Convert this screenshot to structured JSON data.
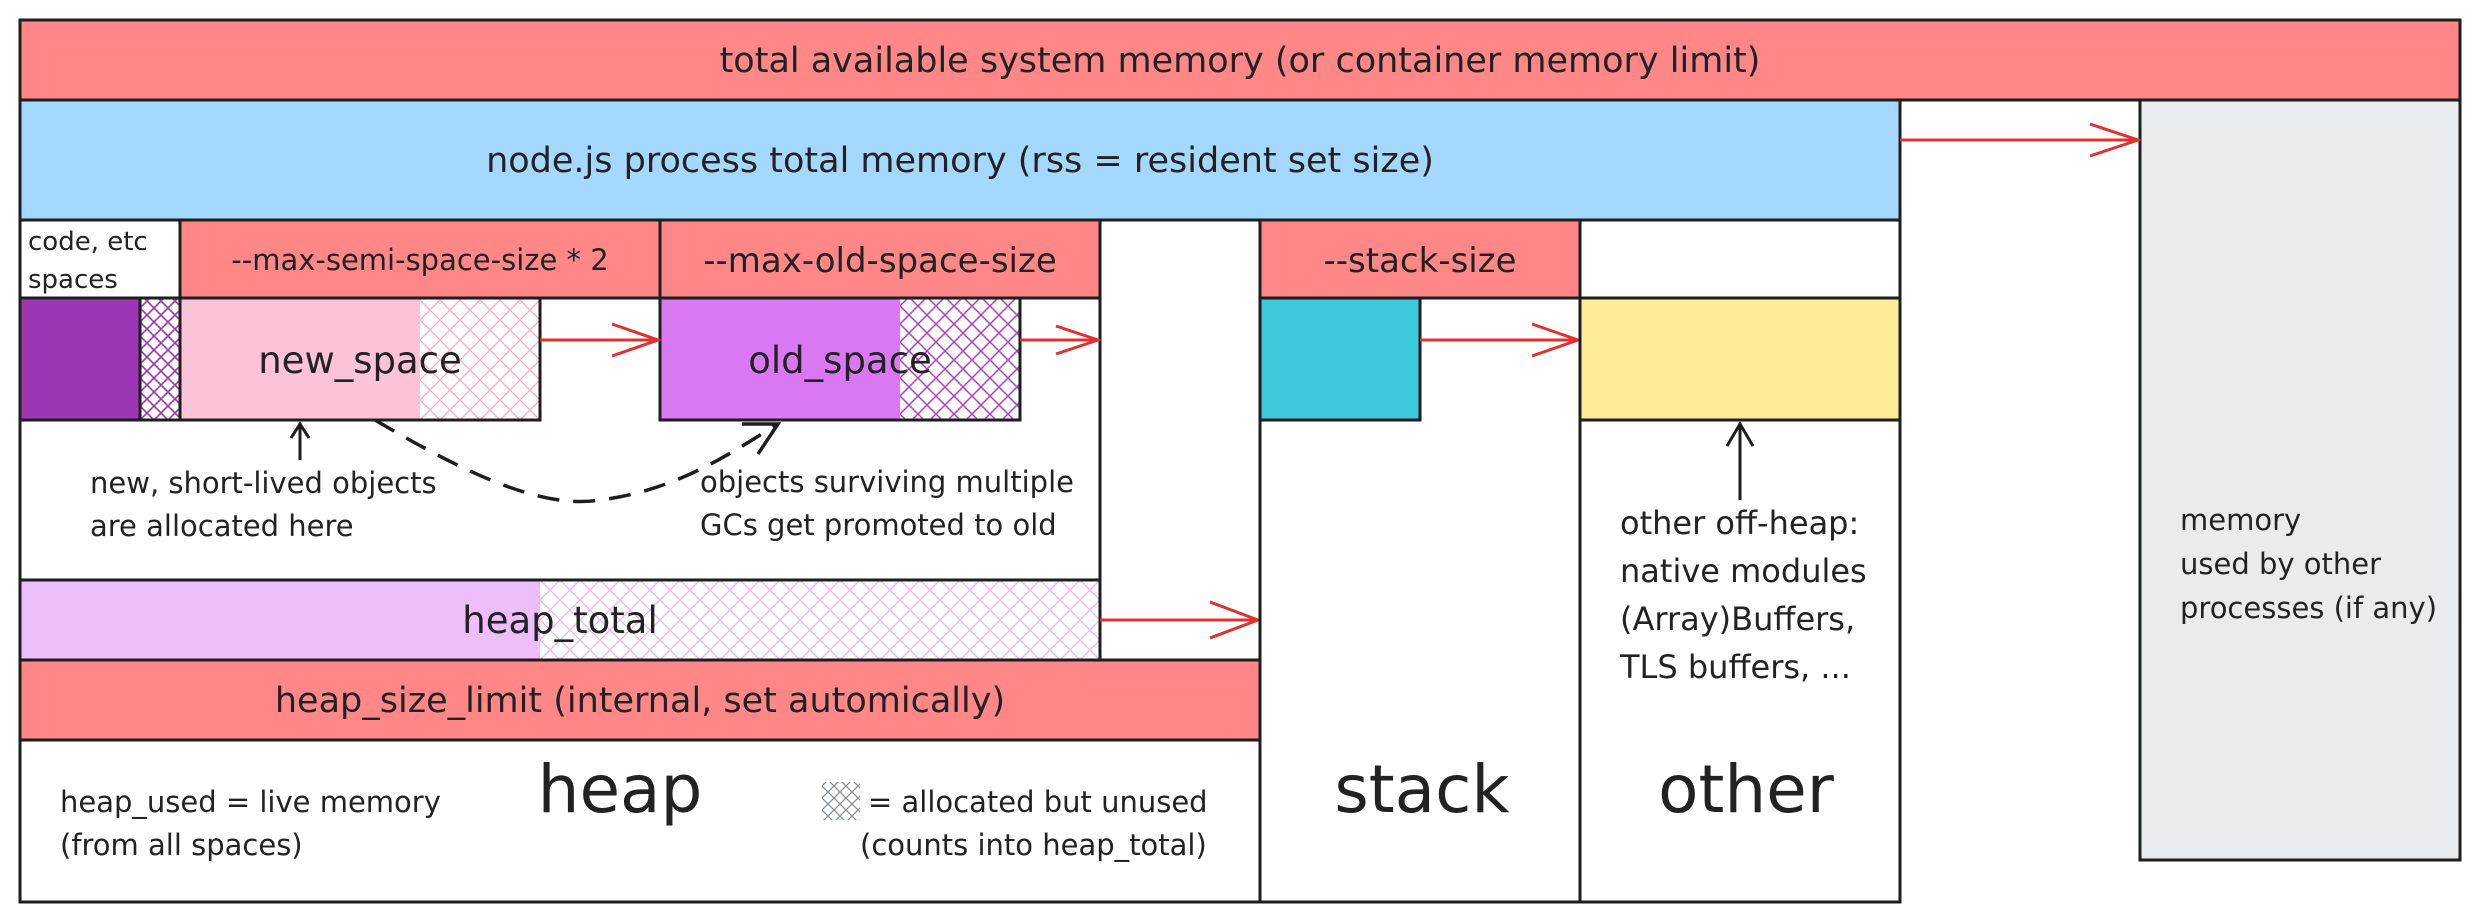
{
  "colors": {
    "red_header": "#ff8787",
    "blue_process": "#a5d8ff",
    "gray_other": "#e9ecef",
    "purple_code": "#9c36b5",
    "pink_new": "#fcc2d7",
    "violet_old": "#da77f2",
    "lavender_heap_total": "#eebefa",
    "cyan_stack": "#3bc9db",
    "yellow_other": "#ffec99",
    "arrow_red": "#e03131",
    "stroke": "#1e1e1e"
  },
  "labels": {
    "system_memory": "total available system memory (or container memory limit)",
    "process_memory": "node.js process total memory (rss = resident set size)",
    "code_spaces_line1": "code, etc",
    "code_spaces_line2": "spaces",
    "max_semi_space": "--max-semi-space-size * 2",
    "max_old_space": "--max-old-space-size",
    "stack_size": "--stack-size",
    "new_space": "new_space",
    "old_space": "old_space",
    "new_objects_line1": "new, short-lived objects",
    "new_objects_line2": "are allocated here",
    "promoted_line1": "objects surviving multiple",
    "promoted_line2": "GCs get promoted to old",
    "heap_total": "heap_total",
    "heap_size_limit": "heap_size_limit (internal, set automically)",
    "heap_used_line1": "heap_used = live memory",
    "heap_used_line2": "(from all spaces)",
    "heap_big": "heap",
    "legend_line1": "= allocated but unused",
    "legend_line2": "(counts into heap_total)",
    "stack_big": "stack",
    "other_big": "other",
    "off_heap_line1": "other off-heap:",
    "off_heap_line2": "native modules",
    "off_heap_line3": "(Array)Buffers,",
    "off_heap_line4": "TLS buffers, ...",
    "other_proc_line1": "memory",
    "other_proc_line2": "used by other",
    "other_proc_line3": "processes (if any)"
  }
}
